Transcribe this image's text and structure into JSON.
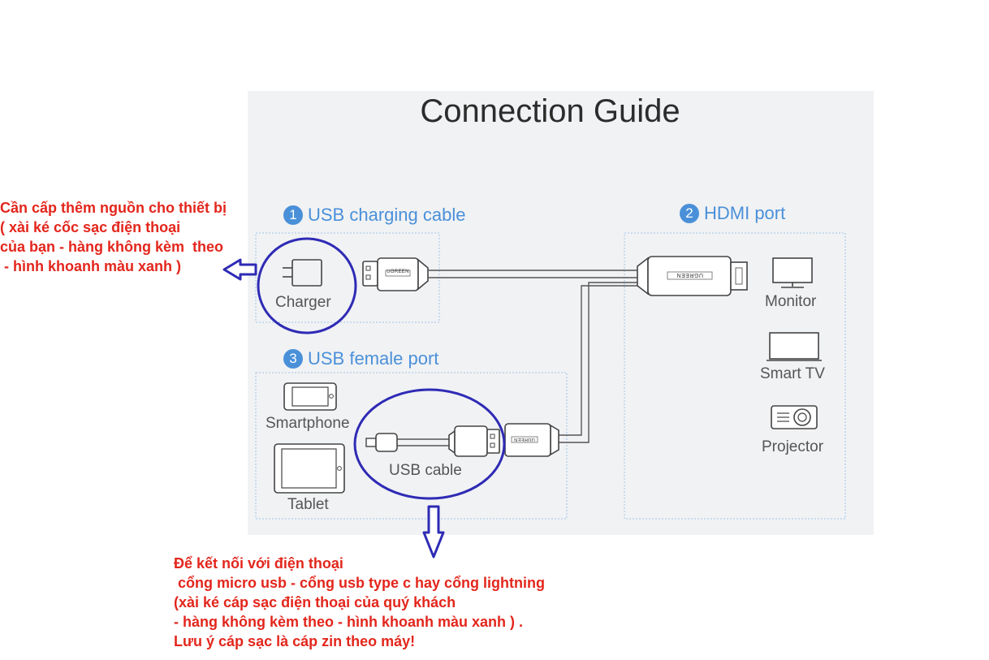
{
  "guide": {
    "title": "Connection Guide",
    "sections": [
      {
        "number": "1",
        "label": "USB charging cable"
      },
      {
        "number": "2",
        "label": "HDMI port"
      },
      {
        "number": "3",
        "label": "USB female port"
      }
    ],
    "devices": {
      "charger": "Charger",
      "monitor": "Monitor",
      "smart_tv": "Smart TV",
      "projector": "Projector",
      "smartphone": "Smartphone",
      "tablet": "Tablet",
      "usb_cable": "USB cable"
    },
    "connector_brand": "UGREEN"
  },
  "annotations": {
    "left_note": [
      "Cần cấp thêm nguồn cho thiết bị",
      "( xài ké cốc sạc điện thoại",
      "của bạn - hàng không kèm  theo",
      " - hình khoanh màu xanh )"
    ],
    "bottom_note": [
      "Để kết nối với điện thoại",
      " cổng micro usb - cổng usb type c hay cổng lightning",
      "(xài ké cáp sạc điện thoại của quý khách",
      "- hàng không kèm theo - hình khoanh màu xanh ) .",
      "Lưu ý cáp sạc là cáp zin theo máy!"
    ]
  },
  "colors": {
    "note_text": "#e3261c",
    "highlight_circle": "#2e2bb5",
    "section_blue": "#4a90d9",
    "panel_bg": "#f1f2f4"
  }
}
